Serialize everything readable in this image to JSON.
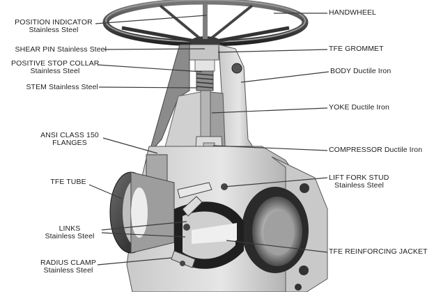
{
  "labels": {
    "position_indicator": {
      "title": "POSITION INDICATOR",
      "sub": "Stainless Steel"
    },
    "shear_pin": {
      "title": "SHEAR PIN Stainless Steel"
    },
    "positive_stop_collar": {
      "title": "POSITIVE STOP COLLAR",
      "sub": "Stainless Steel"
    },
    "stem": {
      "title": "STEM Stainless Steel"
    },
    "ansi_flanges": {
      "title": "ANSI CLASS 150",
      "sub": "FLANGES"
    },
    "tfe_tube": {
      "title": "TFE TUBE"
    },
    "links": {
      "title": "LINKS",
      "sub": "Stainless Steel"
    },
    "radius_clamp": {
      "title": "RADIUS CLAMP",
      "sub": "Stainless Steel"
    },
    "handwheel": {
      "title": "HANDWHEEL"
    },
    "tfe_grommet": {
      "title": "TFE GROMMET"
    },
    "body": {
      "title": "BODY Ductile Iron"
    },
    "yoke": {
      "title": "YOKE Ductile Iron"
    },
    "compressor": {
      "title": "COMPRESSOR Ductile Iron"
    },
    "lift_fork_stud": {
      "title": "LIFT FORK STUD",
      "sub": "Stainless Steel"
    },
    "tfe_reinforcing_jacket": {
      "title": "TFE REINFORCING JACKET"
    }
  },
  "colors": {
    "metal_light": "#d8d8d8",
    "metal_mid": "#a9a9a9",
    "metal_dark": "#5a5a5a",
    "shadow": "#1e1e1e",
    "line": "#3a3a3a"
  }
}
